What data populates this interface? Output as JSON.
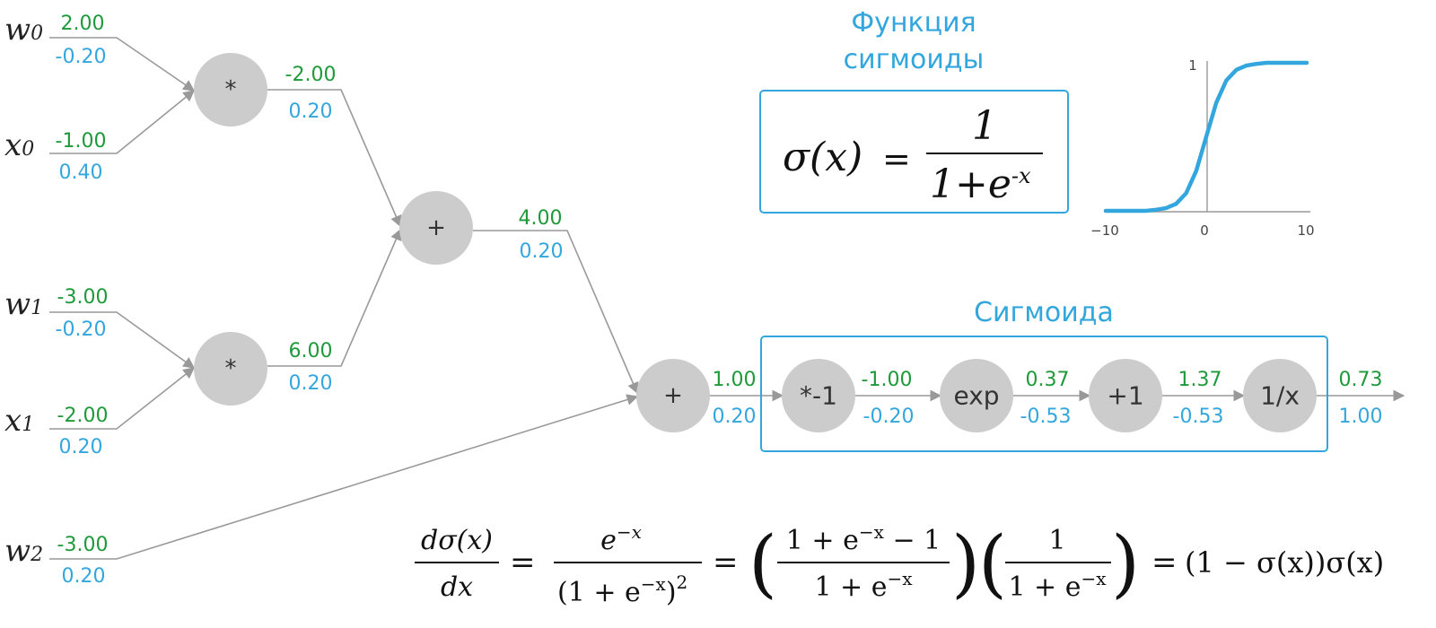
{
  "inputs": [
    {
      "id": "w0",
      "name": "w",
      "sub": "0",
      "forward": "2.00",
      "grad": "-0.20"
    },
    {
      "id": "x0",
      "name": "x",
      "sub": "0",
      "forward": "-1.00",
      "grad": "0.40"
    },
    {
      "id": "w1",
      "name": "w",
      "sub": "1",
      "forward": "-3.00",
      "grad": "-0.20"
    },
    {
      "id": "x1",
      "name": "x",
      "sub": "1",
      "forward": "-2.00",
      "grad": "0.20"
    },
    {
      "id": "w2",
      "name": "w",
      "sub": "2",
      "forward": "-3.00",
      "grad": "0.20"
    }
  ],
  "nodes": [
    {
      "id": "mul0",
      "op": "*",
      "forward": "-2.00",
      "grad": "0.20"
    },
    {
      "id": "mul1",
      "op": "*",
      "forward": "6.00",
      "grad": "0.20"
    },
    {
      "id": "add0",
      "op": "+",
      "forward": "4.00",
      "grad": "0.20"
    },
    {
      "id": "add1",
      "op": "+",
      "forward": "1.00",
      "grad": "0.20"
    },
    {
      "id": "neg",
      "op": "*-1",
      "forward": "-1.00",
      "grad": "-0.20"
    },
    {
      "id": "exp",
      "op": "exp",
      "forward": "0.37",
      "grad": "-0.53"
    },
    {
      "id": "plus1",
      "op": "+1",
      "forward": "1.37",
      "grad": "-0.53"
    },
    {
      "id": "recip",
      "op": "1/x",
      "forward": "0.73",
      "grad": "1.00"
    }
  ],
  "sigmoid_function_title": [
    "Функция",
    "сигмоиды"
  ],
  "sigmoid_formula": {
    "lhs": "σ(x)",
    "eq": "=",
    "numerator": "1",
    "denominator": "1+e",
    "exponent": "-x"
  },
  "sigmoid_group_title": "Сигмоида",
  "chart_data": {
    "type": "line",
    "x": [
      -10,
      -6,
      -5,
      -4,
      -3,
      -2,
      -1,
      0,
      1,
      2,
      3,
      4,
      5,
      6,
      10
    ],
    "y": [
      0.0,
      0.0,
      0.007,
      0.018,
      0.047,
      0.119,
      0.269,
      0.5,
      0.731,
      0.881,
      0.953,
      0.982,
      0.993,
      1.0,
      1.0
    ],
    "x_ticks": [
      "−10",
      "0",
      "10"
    ],
    "y_ticks": [
      "1"
    ],
    "xlim": [
      -10,
      10
    ],
    "ylim": [
      0,
      1
    ],
    "series_color": "#33a7dd",
    "grid": false
  },
  "derivative": {
    "t1_num": "dσ(x)",
    "t1_den": "dx",
    "eq": "=",
    "t2_num": "e",
    "t2_num_exp": "−x",
    "t2_den": "(1 + e",
    "t2_den_exp": "−x",
    "t2_den_close": ")",
    "t2_den_sq": "2",
    "t3_num": "1 + e",
    "t3_num_exp": "−x",
    "t3_num_tail": " − 1",
    "t3_den": "1 + e",
    "t3_den_exp": "−x",
    "t4_num": "1",
    "t4_den": "1 + e",
    "t4_den_exp": "−x",
    "result": "(1 − σ(x))σ(x)",
    "lparen": "(",
    "rparen": ")"
  },
  "colors": {
    "forward": "#1e9a3a",
    "grad": "#33a7dd",
    "node": "#cccccc",
    "edge": "#999999",
    "box": "#33a7dd"
  }
}
